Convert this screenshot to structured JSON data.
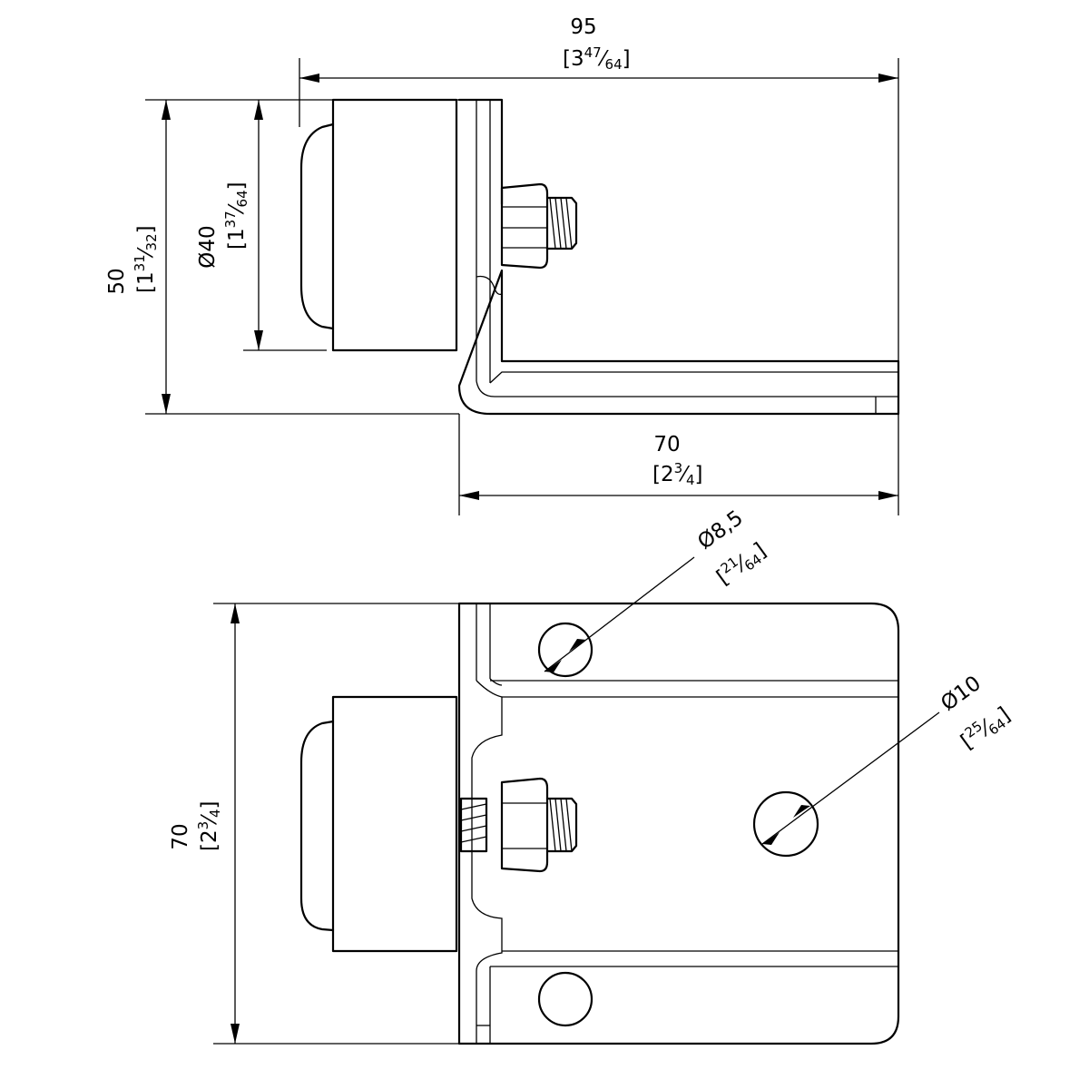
{
  "dimensions": {
    "overall_width": {
      "value": "95",
      "inch": "[3",
      "num": "47",
      "den": "64",
      "close": "]"
    },
    "height": {
      "value": "50",
      "inch": "[1",
      "num": "31",
      "den": "32",
      "close": "]"
    },
    "wheel_diameter": {
      "value": "Ø40",
      "inch": "[1",
      "num": "37",
      "den": "64",
      "close": "]"
    },
    "base_length": {
      "value": "70",
      "inch": "[2",
      "num": "3",
      "den": "4",
      "close": "]"
    },
    "plate_height": {
      "value": "70",
      "inch": "[2",
      "num": "3",
      "den": "4",
      "close": "]"
    },
    "small_hole": {
      "value": "Ø8,5",
      "inch": "[",
      "num": "21",
      "den": "64",
      "close": "]"
    },
    "large_hole": {
      "value": "Ø10",
      "inch": "[",
      "num": "25",
      "den": "64",
      "close": "]"
    }
  }
}
